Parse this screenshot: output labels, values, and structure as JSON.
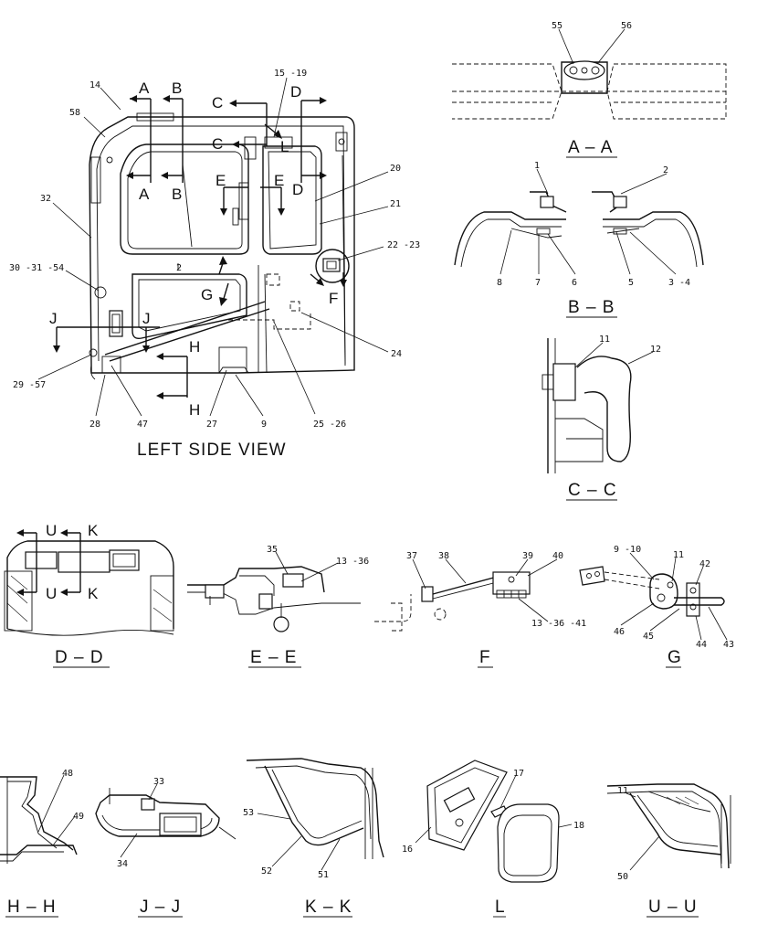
{
  "main_title": "LEFT SIDE VIEW",
  "section_arrows": {
    "A": "A",
    "B": "B",
    "C": "C",
    "D": "D",
    "E": "E",
    "F": "F",
    "G": "G",
    "H": "H",
    "J": "J",
    "K": "K",
    "L": "L",
    "U": "U"
  },
  "view_titles": {
    "AA": "A – A",
    "BB": "B – B",
    "CC": "C – C",
    "DD": "D – D",
    "EE": "E – E",
    "F": "F",
    "G": "G",
    "HH": "H – H",
    "JJ": "J – J",
    "KK": "K – K",
    "L": "L",
    "UU": "U – U"
  },
  "callouts": {
    "n14": "14",
    "n58": "58",
    "n15_19": "15 -19",
    "n20": "20",
    "n21": "21",
    "n22_23": "22 -23",
    "n24": "24",
    "n25_26": "25 -26",
    "n27": "27",
    "n9": "9",
    "n47": "47",
    "n28": "28",
    "n29_57": "29 -57",
    "n30_31_54": "30 -31 -54",
    "n32": "32",
    "n2": "2",
    "n55": "55",
    "n56": "56",
    "bb1": "1",
    "bb2": "2",
    "bb8": "8",
    "bb7": "7",
    "bb6": "6",
    "bb5": "5",
    "bb3_4": "3 -4",
    "cc11": "11",
    "cc12": "12",
    "ee35": "35",
    "ee13_36": "13 -36",
    "f37": "37",
    "f38": "38",
    "f39": "39",
    "f40": "40",
    "f13_36_41": "13 -36 -41",
    "g9_10": "9 -10",
    "g11": "11",
    "g42": "42",
    "g46": "46",
    "g45": "45",
    "g44": "44",
    "g43": "43",
    "hh48": "48",
    "hh49": "49",
    "jj33": "33",
    "jj34": "34",
    "kk53": "53",
    "kk52": "52",
    "kk51": "51",
    "l16": "16",
    "l17": "17",
    "l18": "18",
    "uu11": "11",
    "uu50": "50"
  }
}
